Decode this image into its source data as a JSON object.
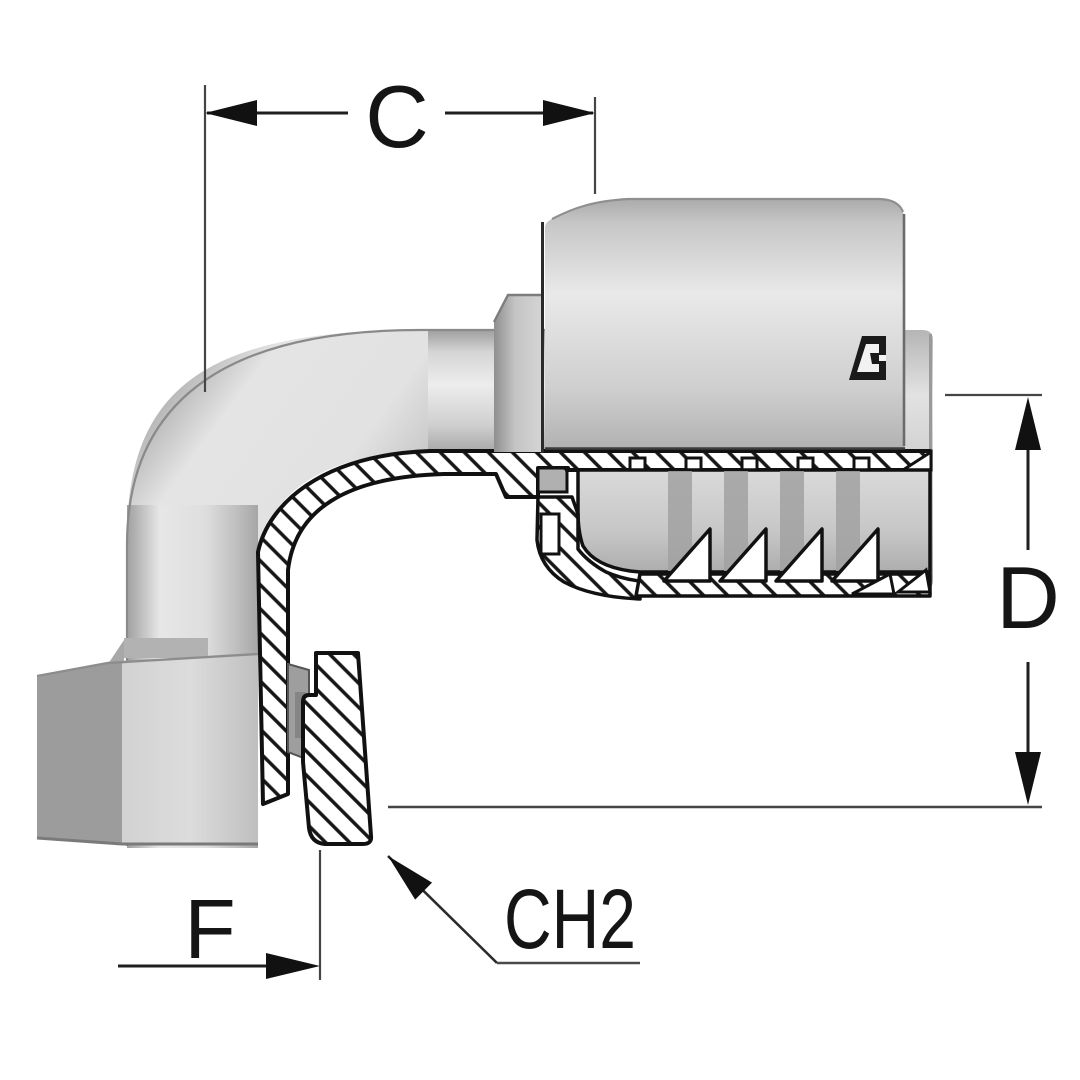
{
  "drawing": {
    "type": "technical-section-drawing",
    "subject": "90-degree-elbow-hose-fitting",
    "dimensions": {
      "c": {
        "label": "C"
      },
      "d": {
        "label": "D"
      },
      "f": {
        "label": "F"
      },
      "ch2": {
        "label": "CH2"
      }
    },
    "logo": {
      "name": "manufacturer-triangle-mark"
    },
    "colors": {
      "background": "#ffffff",
      "outline": "#151515",
      "dim_lines": "#454545",
      "metal_light": "#ececec",
      "metal_mid": "#c9c9c9",
      "metal_dark": "#979797",
      "hatch_line": "#161616"
    }
  }
}
